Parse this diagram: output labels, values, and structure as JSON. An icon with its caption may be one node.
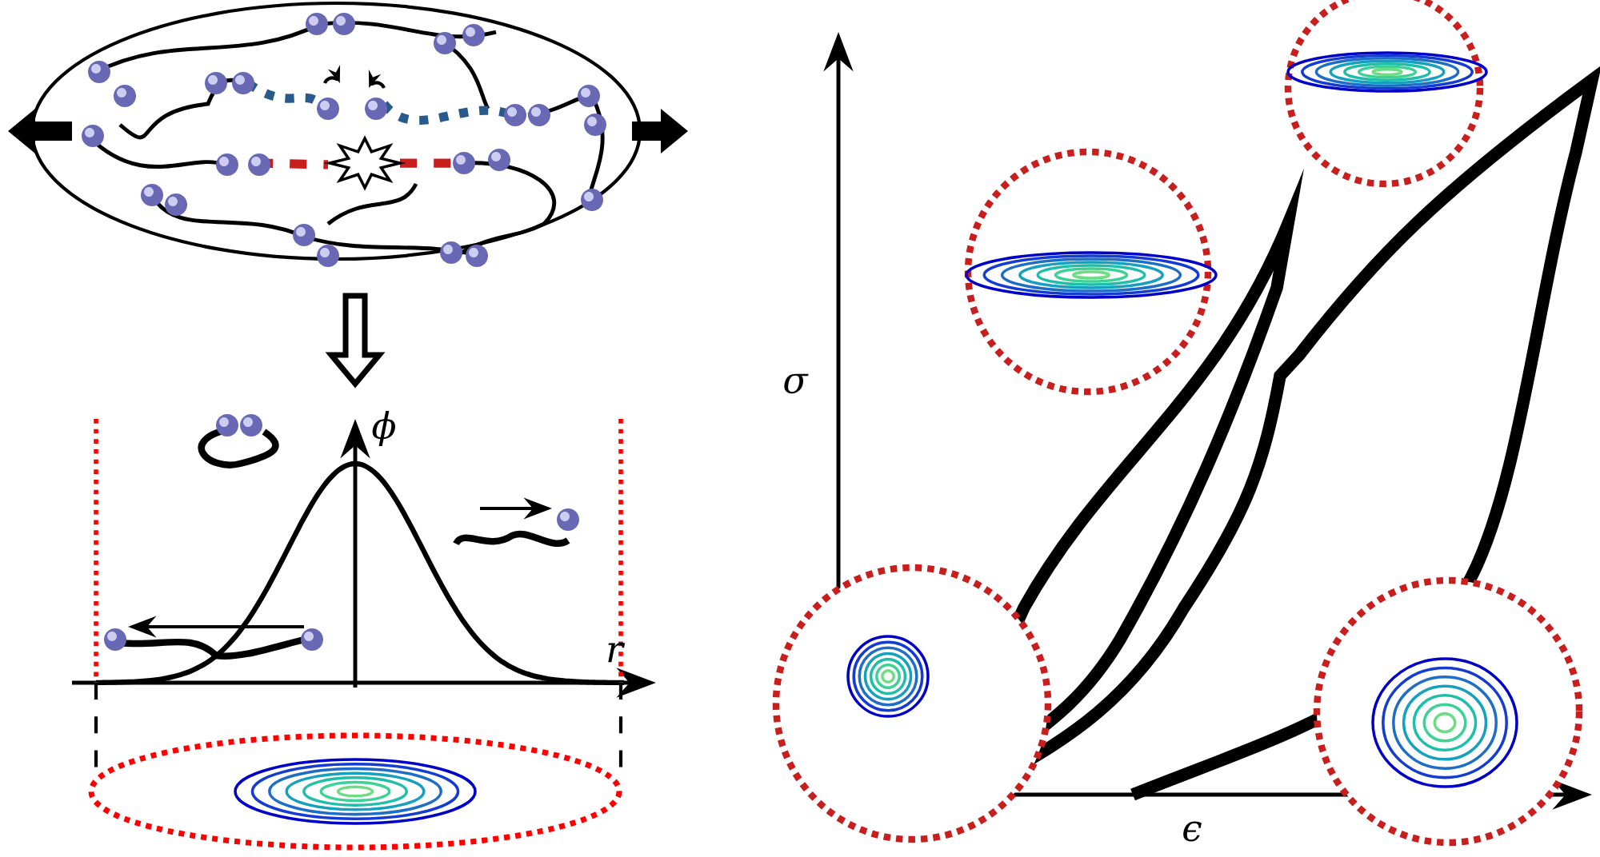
{
  "diagram": {
    "labels": [
      "ϕ",
      "r",
      "σ",
      "ϵ"
    ]
  }
}
